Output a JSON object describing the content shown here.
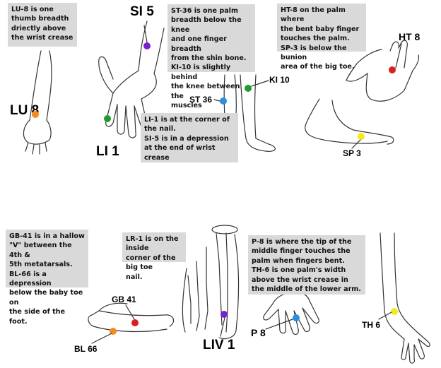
{
  "notes": {
    "lu8": "LU-8 is one\nthumb breadth\ndriectly above\nthe wrist crease",
    "st36": "ST-36 is one palm\nbreadth below the knee\nand one finger breadth\nfrom the shin bone.\nKI-10 is slightly behind\nthe knee between the\nmuscles",
    "ht8": "HT-8 on the palm where\nthe bent baby finger\ntouches the palm.\nSP-3 is below the bunion\narea of the big toe.",
    "li1": "LI-1 is at the corner of\nthe nail.\nSI-5 is in a depression\nat the end of wrist\ncrease",
    "gb41": "GB-41 is in a hallow\n\"V\" between the 4th &\n5th metatarsals.\nBL-66 is a depression\nbelow the baby toe on\nthe side of the foot.",
    "lr1": "LR-1 is on the inside\ncorner of the big toe\nnail.",
    "p8": "P-8 is where the tip of the\nmiddle finger touches the\npalm when fingers bent.\nTH-6 is one palm's width\nabove the wrist crease in\nthe middle of the lower arm."
  },
  "points": {
    "lu8": "LU 8",
    "si5": "SI 5",
    "li1": "LI 1",
    "st36": "ST 36",
    "ki10": "KI 10",
    "ht8": "HT 8",
    "sp3": "SP 3",
    "gb41": "GB 41",
    "bl66": "BL 66",
    "liv1": "LIV 1",
    "p8": "P 8",
    "th6": "TH 6"
  },
  "colors": {
    "orange": "#f28c1e",
    "purple": "#7a1fd1",
    "green": "#1f9a2e",
    "blue": "#2a8fe0",
    "red": "#d81e1e",
    "yellow": "#f2ea1a",
    "note_bg": "#d9d9d9"
  }
}
